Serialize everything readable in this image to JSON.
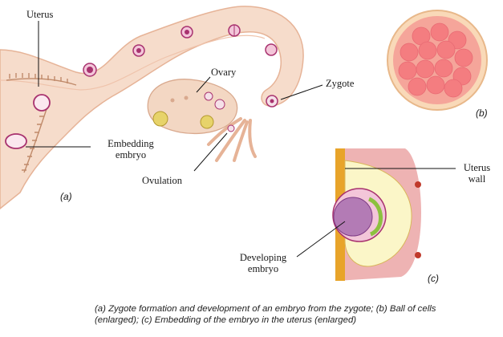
{
  "labels": {
    "uterus": "Uterus",
    "embedding_1": "Embedding",
    "embedding_2": "embryo",
    "ovary": "Ovary",
    "zygote": "Zygote",
    "ovulation": "Ovulation",
    "uterus_wall_1": "Uterus",
    "uterus_wall_2": "wall",
    "developing_1": "Developing",
    "developing_2": "embryo"
  },
  "panels": {
    "a": "(a)",
    "b": "(b)",
    "c": "(c)"
  },
  "caption": {
    "line1": "(a) Zygote formation and development of an embryo from the zygote; (b) Ball of cells",
    "line2": "(enlarged); (c) Embedding of the embryo in the uterus (enlarged)"
  },
  "colors": {
    "tube": "#f6dccb",
    "tube_edge": "#e9b9a0",
    "cell": "#a8326f",
    "ball": "#f49a95",
    "wall": "#e8a42a",
    "yolk": "#fbf6c8"
  }
}
